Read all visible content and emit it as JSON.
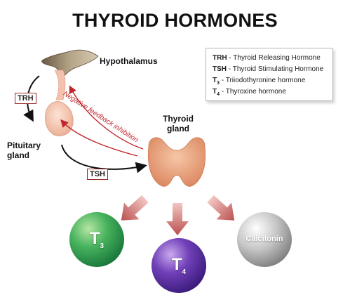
{
  "title": "THYROID HORMONES",
  "labels": {
    "hypothalamus": "Hypothalamus",
    "pituitary_line1": "Pituitary",
    "pituitary_line2": "gland",
    "thyroid_line1": "Thyroid",
    "thyroid_line2": "gland",
    "trh_box": "TRH",
    "tsh_box": "TSH",
    "feedback": "Negative feedback inhibition"
  },
  "legend": [
    {
      "abbr": "TRH",
      "sub": "",
      "desc": " - Thyroid Releasing Hormone"
    },
    {
      "abbr": "TSH",
      "sub": "",
      "desc": " - Thyroid Stimulating Hormone"
    },
    {
      "abbr": "T",
      "sub": "3",
      "desc": " - Triiodothyronine hormone"
    },
    {
      "abbr": "T",
      "sub": "4",
      "desc": " - Thyroxine hormone"
    }
  ],
  "spheres": {
    "t3": {
      "main": "T",
      "sub": "3"
    },
    "t4": {
      "main": "T",
      "sub": "4"
    },
    "calcitonin": {
      "main": "Calcitonin"
    }
  },
  "colors": {
    "feedback_red": "#c0272d",
    "flow_arrow": "#c9706f",
    "t3_green": "#3fae5a",
    "t4_purple": "#6a3bb0",
    "calcitonin_gray": "#b8b8b8",
    "thyroid_orange": "#e9a07a"
  }
}
